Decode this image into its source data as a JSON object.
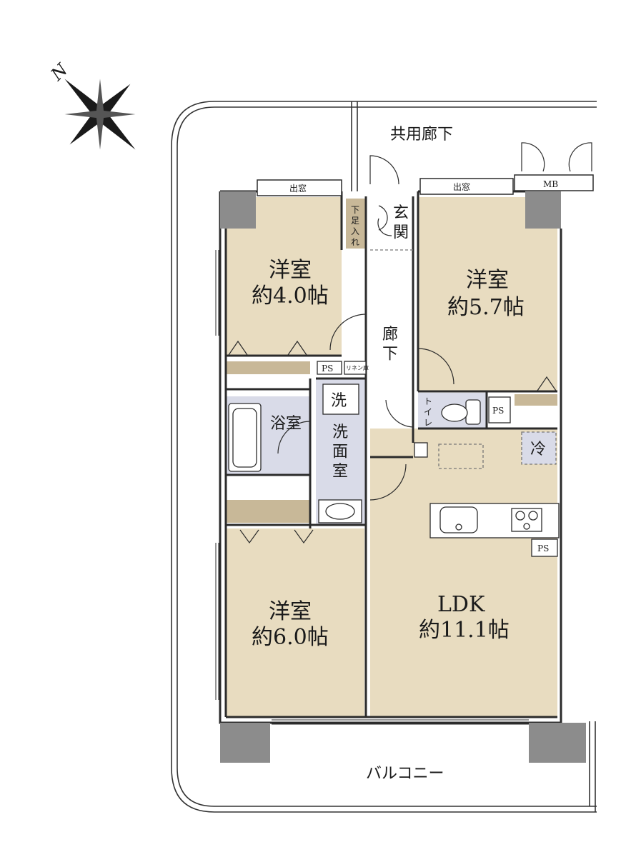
{
  "compass": {
    "label": "N"
  },
  "labels": {
    "common_corridor": "共用廊下",
    "balcony": "バルコニー",
    "mb": "MB",
    "bay_window_1": "出窓",
    "bay_window_2": "出窓",
    "shoe_storage": "下足入れ",
    "entrance": "玄関",
    "hallway": "廊下",
    "washer": "洗",
    "washroom": "洗面室",
    "bathroom": "浴室",
    "toilet": "トイレ",
    "fridge": "冷",
    "ps_1": "PS",
    "ps_2": "PS",
    "ps_3": "PS",
    "linen": "リネン庫"
  },
  "rooms": {
    "bedroom_a": {
      "name": "洋室",
      "size": "約4.0帖"
    },
    "bedroom_b": {
      "name": "洋室",
      "size": "約5.7帖"
    },
    "bedroom_c": {
      "name": "洋室",
      "size": "約6.0帖"
    },
    "ldk": {
      "name": "LDK",
      "size": "約11.1帖"
    }
  },
  "colors": {
    "floor": "#e8dcc0",
    "wet_area": "#d9dbe8",
    "wall": "#2b2b2b",
    "column": "#8c8c8c",
    "storage": "#c8b898"
  }
}
